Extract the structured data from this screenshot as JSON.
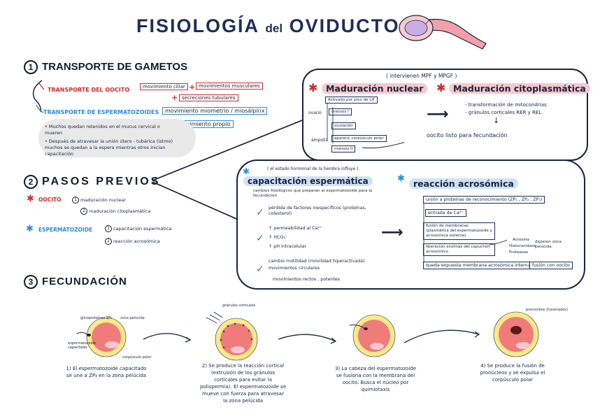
{
  "title": {
    "part1": "FISIOLOGÍA",
    "part2": "del",
    "part3": "OVIDUCTO"
  },
  "section1": {
    "number": "1",
    "heading": "TRANSPORTE DE GAMETOS",
    "oocyte_label": "TRANSPORTE DEL OOCITO",
    "oocyte_box1": "movimiento ciliar",
    "oocyte_box2": "movimientos musculares",
    "oocyte_box3": "secreciones tubulares",
    "sperm_label": "TRANSPORTE DE ESPERMATOZOIDES",
    "sperm_box1": "movimiento miometrio / miosálpinx",
    "sperm_box2": "movimiento propio",
    "plus": "+",
    "note1": "Muchos quedan retenidos en el mucus cervical o mueren",
    "note2": "Después de atravesar la unión útero - tubárica (istmo) muchos se quedan a la espera mientras otros inician capacitación"
  },
  "section2": {
    "number": "2",
    "heading": "PASOS PREVIOS",
    "oocyte_label": "OOCITO",
    "oocyte_item1": "maduración nuclear",
    "oocyte_item2": "maduración citoplasmática",
    "sperm_label": "ESPERMATOZOIDE",
    "sperm_item1": "capacitación espermática",
    "sperm_item2": "reacción acrosómica",
    "n1": "1",
    "n2": "2"
  },
  "maturation_bubble": {
    "note": "( intervienen MPF y MPGF )",
    "nuclear_title": "Maduración nuclear",
    "cyto_title": "Maduración citoplasmática",
    "ovario": "ovario",
    "ampolla": "ampolla",
    "step1": "Activado por pico de LH",
    "step2": "meiosis I",
    "step3": "ovulación",
    "step4": "aparece corpúsculo polar",
    "step5": "meiosis II",
    "cyto1": "- transformación de mitocondrias",
    "cyto2": "- gránulos corticales RER y REL",
    "result": "oocito listo para fecundación"
  },
  "capacitation_bubble": {
    "note": "( el estado hormonal de la hembra influye )",
    "cap_title": "capacitación espermática",
    "cap_desc": "cambios fisiológicos que preparan al espermatozoide para la fecundación",
    "item1": "pérdida de factores inespecíficos (proteínas, colesterol)",
    "item2a": "↑ permeabilidad al Ca²⁺",
    "item2b": "↑ HCO₃⁻",
    "item2c": "↑ pH intracelular",
    "item3a": "cambio motilidad (movilidad hiperactivada)",
    "item3b": "movimientos circulares",
    "item3c": "movimientos rectos , potentes",
    "acro_title": "reacción acrosómica",
    "acro1": "unión a proteínas de reconocimiento (ZP₁ , ZP₂ , ZP₃)",
    "acro2": "entrada de Ca²⁺",
    "acro3": "fusión de membranas (plasmática del espermatozoide y acrosómica externa)",
    "acro4": "liberación enzimas del capuchón acrosómico",
    "acro5a": "Acrosina",
    "acro5b": "Hialuronidasa",
    "acro5c": "Proteasas",
    "acro6": "digieren zona pelúcida",
    "acro7": "queda expuesta membrana acrosómica interna",
    "acro8": "fusión con oocito"
  },
  "section3": {
    "number": "3",
    "heading": "FECUNDACIÓN",
    "label_zp3": "glicoproteínas ZP₃",
    "label_zona": "zona pelúcida",
    "label_esperm": "espermatozoide capacitado",
    "label_polar": "corpúsculo polar",
    "label_granulos": "gránulos corticales",
    "label_pronucleos": "pronúcleos (fusionados)",
    "step1": "1) El espermatozoide capacitado se une a ZP₃ en la zona pelúcida",
    "step2": "2) Se produce la reacción cortical (extrusión de los gránulos corticales para evitar la polispermia). El espermatozoide se mueve con fuerza para atravesar la zona pelúcida",
    "step3": "3) La cabeza del espermatozoide se fusiona con la membrana del oocito. Busca el núcleo por quimiotaxis",
    "step4": "4) Se produce la fusión de pronúcleos y se expulsa el corpúsculo polar"
  }
}
